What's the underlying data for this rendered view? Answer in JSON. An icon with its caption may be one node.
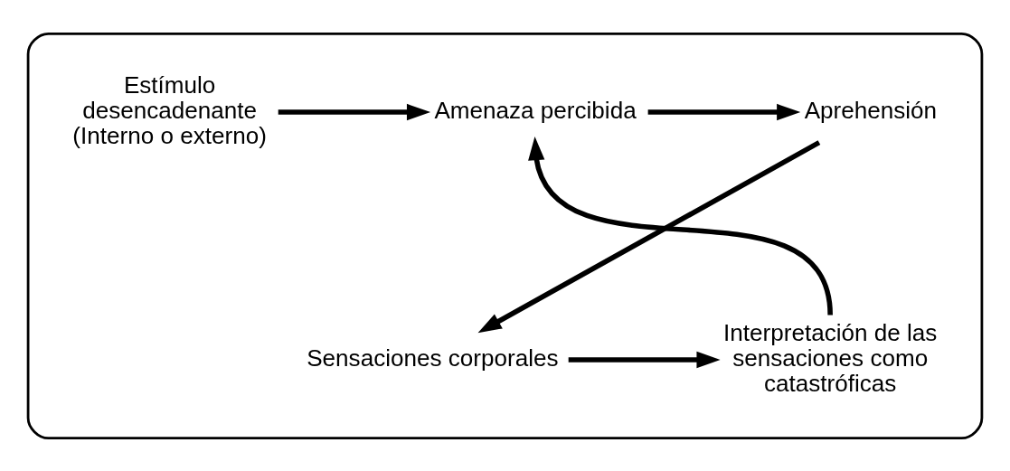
{
  "diagram": {
    "nodes": [
      {
        "text": [],
        "shape": "box"
      },
      {
        "text": [
          "Estímulo desencadenante (Interno o externo)"
        ],
        "in": 0
      },
      {
        "text": [
          "Amenaza percibida"
        ],
        "in": 0
      },
      {
        "text": [
          "Aprehensión"
        ],
        "in": 0
      },
      {
        "text": [
          "Sensaciones corporales"
        ],
        "in": 0
      },
      {
        "text": [
          "Interpretación de las sensaciones como catastróficas"
        ],
        "in": 0
      }
    ],
    "edges": [
      {
        "from": 1,
        "to": 2,
        "arrow": "to"
      },
      {
        "from": 2,
        "to": 3,
        "arrow": "to"
      },
      {
        "from": 3,
        "to": 4,
        "arrow": "to"
      },
      {
        "from": 4,
        "to": 5,
        "arrow": "to"
      },
      {
        "from": 5,
        "to": 2,
        "arrow": "to"
      }
    ]
  }
}
